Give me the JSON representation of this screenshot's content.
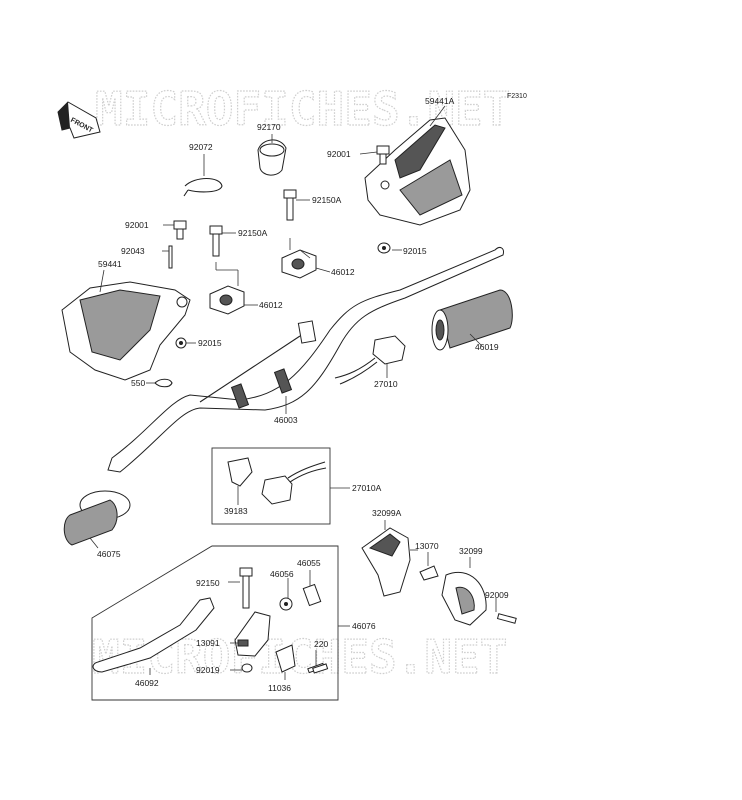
{
  "watermark": "MICROFICHES.NET",
  "figure_ref": "F2310",
  "front_tag": "FRONT",
  "part_numbers": {
    "p59441A": "59441A",
    "p92001_top": "92001",
    "p92015_top": "92015",
    "p92170": "92170",
    "p92072": "92072",
    "p92150A_r": "92150A",
    "p46012_r": "46012",
    "p92001_left": "92001",
    "p92043": "92043",
    "p59441": "59441",
    "p92150A_l": "92150A",
    "p46012_l": "46012",
    "p92015_left": "92015",
    "p550": "550",
    "p46019": "46019",
    "p27010": "27010",
    "p46003": "46003",
    "p27010A": "27010A",
    "p39183": "39183",
    "p46075": "46075",
    "p32099A": "32099A",
    "p13070": "13070",
    "p32099": "32099",
    "p92009": "92009",
    "p92150": "92150",
    "p46055": "46055",
    "p46056": "46056",
    "p46076": "46076",
    "p13091": "13091",
    "p220": "220",
    "p92019": "92019",
    "p11036": "11036",
    "p46092": "46092"
  },
  "icons": [
    "front-arrow-icon"
  ]
}
